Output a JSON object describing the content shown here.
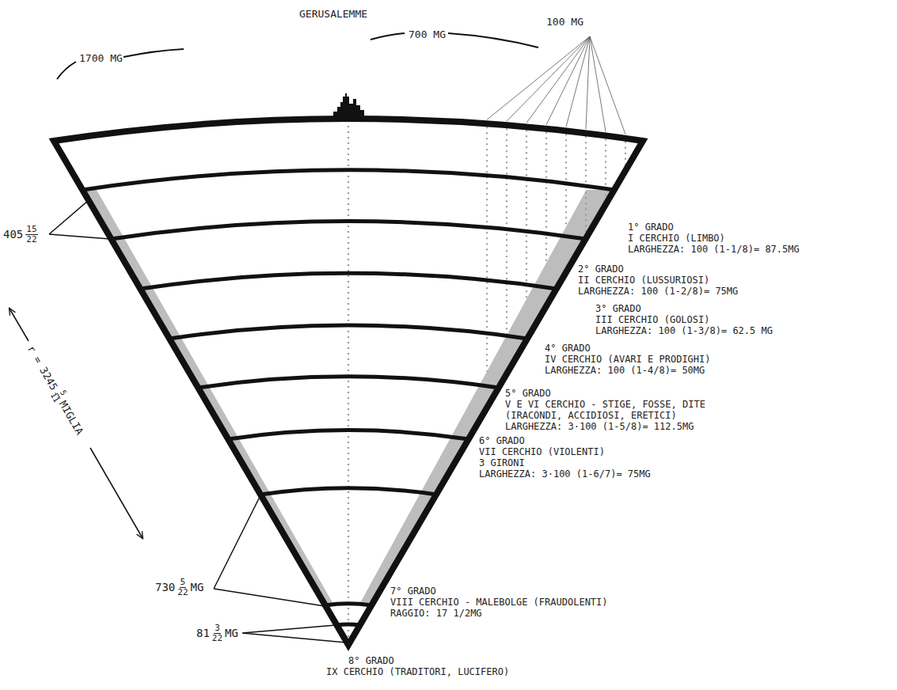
{
  "diagram": {
    "labels": [
      "GERUSALEMME",
      "1700 MG",
      "700 MG",
      "100 MG",
      "1° GRADO",
      "I CERCHIO (LIMBO)",
      "LARGHEZZA: 100 (1-1/8)= 87.5MG",
      "405",
      "15",
      "22",
      "2° GRADO",
      "II CERCHIO (LUSSURIOSI)",
      "LARGHEZZA: 100 (1-2/8)= 75MG",
      "3° GRADO",
      "III CERCHIO (GOLOSI)",
      "LARGHEZZA: 100 (1-3/8)= 62.5 MG",
      "4° GRADO",
      "IV CERCHIO (AVARI E PRODIGHI)",
      "LARGHEZZA: 100 (1-4/8)= 50MG",
      "r = 3245",
      "5",
      "11",
      "MIGLIA",
      "5° GRADO",
      "V E VI CERCHIO - STIGE, FOSSE, DITE",
      "(IRACONDI, ACCIDIOSI, ERETICI)",
      "LARGHEZZA: 3·100 (1-5/8)= 112.5MG",
      "6° GRADO",
      "VII CERCHIO (VIOLENTI)",
      "3 GIRONI",
      "LARGHEZZA: 3·100 (1-6/7)= 75MG",
      "730",
      "5",
      "22",
      "MG",
      "7° GRADO",
      "VIII CERCHIO - MALEBOLGE (FRAUDOLENTI)",
      "RAGGIO: 17 1/2MG",
      "81",
      "3",
      "22",
      "MG",
      "8° GRADO",
      "IX CERCHIO (TRADITORI, LUCIFERO)"
    ]
  }
}
